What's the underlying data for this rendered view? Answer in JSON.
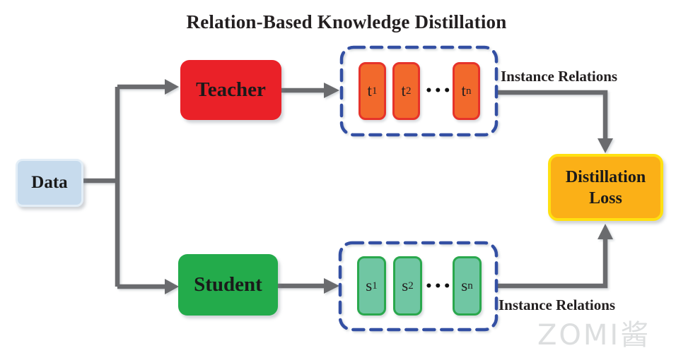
{
  "title": "Relation-Based Knowledge Distillation",
  "nodes": {
    "data": {
      "label": "Data",
      "fill": "#c7dbed",
      "border": "#e3eef7"
    },
    "teacher": {
      "label": "Teacher",
      "fill": "#ea2128"
    },
    "student": {
      "label": "Student",
      "fill": "#23ab4b"
    },
    "loss": {
      "label_line1": "Distillation",
      "label_line2": "Loss",
      "fill": "#fbb017",
      "border": "#ffe011"
    }
  },
  "teacher_outputs": {
    "units": [
      {
        "base": "t",
        "sub": "1"
      },
      {
        "base": "t",
        "sub": "2"
      },
      {
        "base": "t",
        "sub": "n"
      }
    ],
    "ellipsis": "•••",
    "fill": "#f2692c",
    "border": "#e6332a"
  },
  "student_outputs": {
    "units": [
      {
        "base": "s",
        "sub": "1"
      },
      {
        "base": "s",
        "sub": "2"
      },
      {
        "base": "s",
        "sub": "n"
      }
    ],
    "ellipsis": "•••",
    "fill": "#70c6a3",
    "border": "#2aa84d"
  },
  "labels": {
    "instance_relations_top": "Instance Relations",
    "instance_relations_bottom": "Instance Relations"
  },
  "watermark": "ZOMI酱",
  "colors": {
    "arrow": "#6a6b6e",
    "dashed_container": "#334fa3",
    "text": "#231f20",
    "background": "#ffffff"
  }
}
